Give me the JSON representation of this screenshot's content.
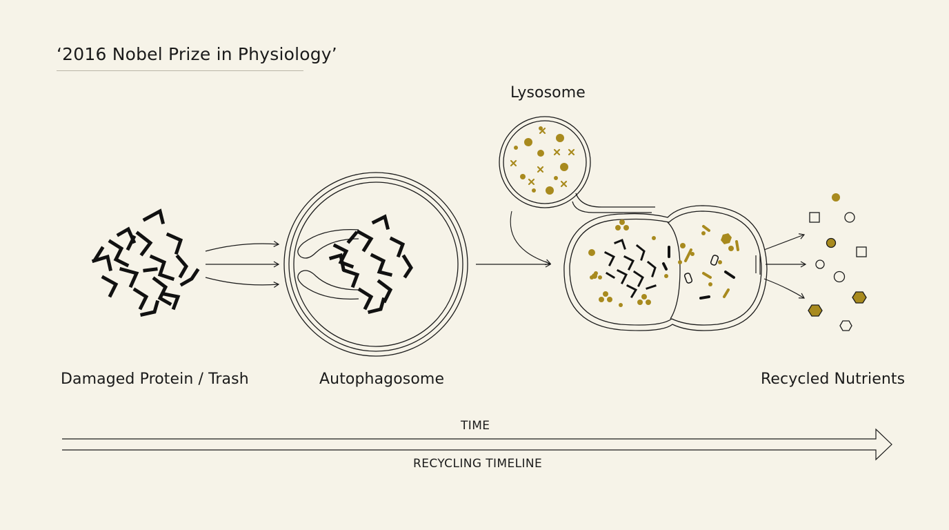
{
  "title": "‘2016 Nobel Prize in Physiology’",
  "stages": {
    "trash": "Damaged Protein / Trash",
    "autophagosome": "Autophagosome",
    "lysosome": "Lysosome",
    "recycled": "Recycled Nutrients"
  },
  "timeline": {
    "top_label": "TIME",
    "bottom_label": "RECYCLING TIMELINE"
  },
  "colors": {
    "ink": "#1a1a1a",
    "gold": "#a88a1e",
    "paper": "#f6f3e8"
  }
}
